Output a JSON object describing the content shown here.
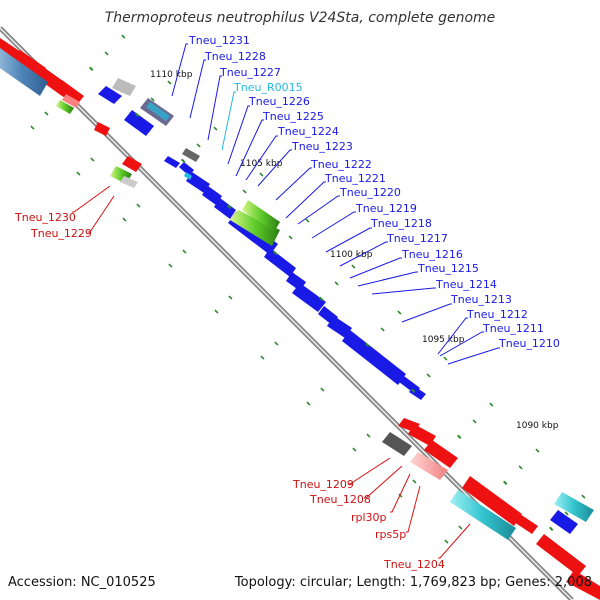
{
  "title": "Thermoproteus neutrophilus V24Sta, complete genome",
  "footer": {
    "accession": "Accession: NC_010525",
    "topology": "Topology: circular; Length: 1,769,823 bp; Genes: 2,008"
  },
  "kbp_marks": [
    "1110 kbp",
    "1105 kbp",
    "1100 kbp",
    "1095 kbp",
    "1090 kbp"
  ],
  "colors": {
    "forward": "#1a1ae6",
    "reverse": "#ee1111",
    "rna": "#22bbdd",
    "pseudo": "#777777",
    "backbone": "#8a8a8a",
    "tick": "#2a8a2a"
  },
  "labels_forward": [
    "Tneu_1231",
    "Tneu_1228",
    "Tneu_1227",
    "Tneu_R0015",
    "Tneu_1226",
    "Tneu_1225",
    "Tneu_1224",
    "Tneu_1223",
    "Tneu_1222",
    "Tneu_1221",
    "Tneu_1220",
    "Tneu_1219",
    "Tneu_1218",
    "Tneu_1217",
    "Tneu_1216",
    "Tneu_1215",
    "Tneu_1214",
    "Tneu_1213",
    "Tneu_1212",
    "Tneu_1211",
    "Tneu_1210"
  ],
  "labels_reverse": [
    "Tneu_1230",
    "Tneu_1229",
    "Tneu_1209",
    "Tneu_1208",
    "rpl30p",
    "rps5p",
    "Tneu_1204"
  ]
}
